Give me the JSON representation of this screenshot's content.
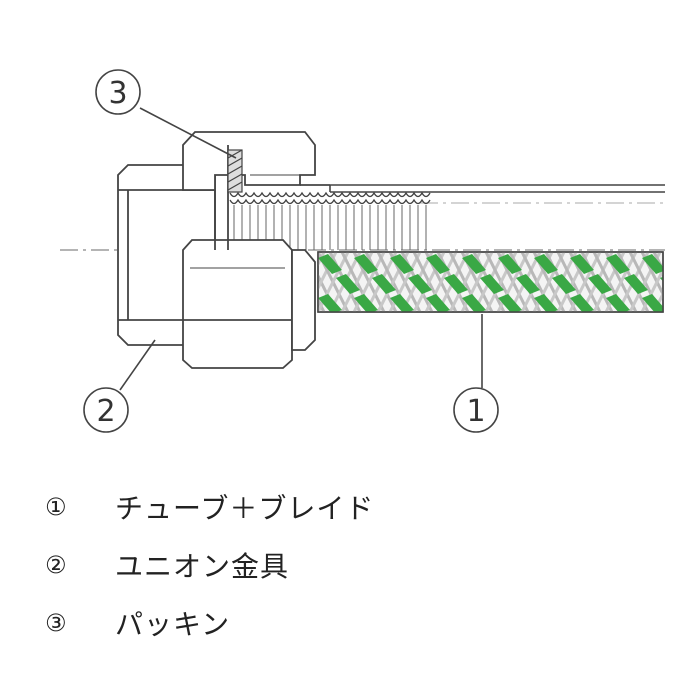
{
  "diagram": {
    "callouts": [
      {
        "id": "1",
        "label": "1"
      },
      {
        "id": "2",
        "label": "2"
      },
      {
        "id": "3",
        "label": "3"
      }
    ]
  },
  "legend": {
    "items": [
      {
        "number": "①",
        "text": "チューブ＋ブレイド"
      },
      {
        "number": "②",
        "text": "ユニオン金具"
      },
      {
        "number": "③",
        "text": "パッキン"
      }
    ]
  },
  "colors": {
    "braid_green": "#3aa845",
    "line": "#444444",
    "metal_fill": "#ffffff"
  }
}
